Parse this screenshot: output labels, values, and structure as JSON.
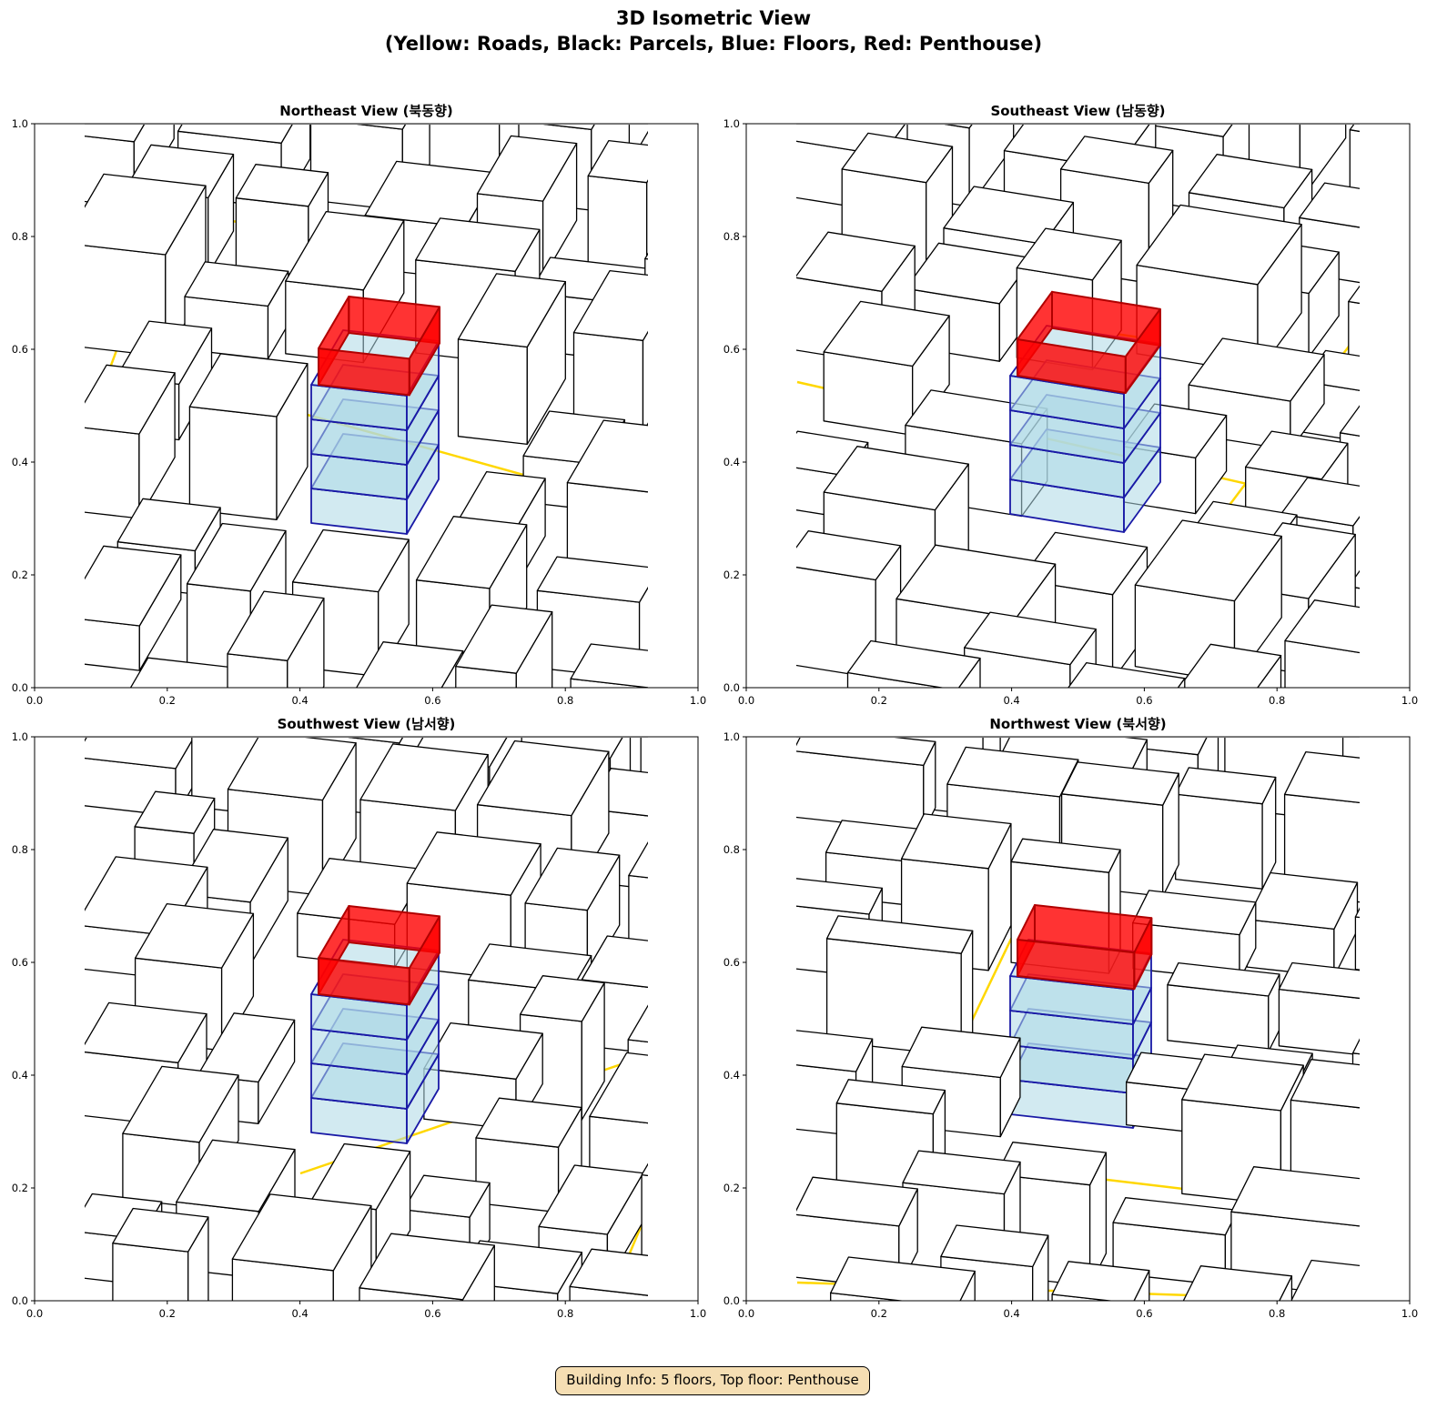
{
  "figure": {
    "title_line1": "3D Isometric View",
    "title_line2": "(Yellow: Roads, Black: Parcels, Blue: Floors, Red: Penthouse)"
  },
  "panels": [
    {
      "title": "Northeast View (북동향)"
    },
    {
      "title": "Southeast View (남동향)"
    },
    {
      "title": "Southwest View (남서향)"
    },
    {
      "title": "Northwest View (북서향)"
    }
  ],
  "axis_ticks": [
    "0.0",
    "0.2",
    "0.4",
    "0.6",
    "0.8",
    "1.0"
  ],
  "colors": {
    "road": "#ffd700",
    "parcel": "#000000",
    "floor_fill": "#add8e6",
    "floor_edge": "#1a1aa6",
    "penthouse": "#ff0000"
  },
  "footer": "Building Info: 5 floors, Top floor: Penthouse"
}
